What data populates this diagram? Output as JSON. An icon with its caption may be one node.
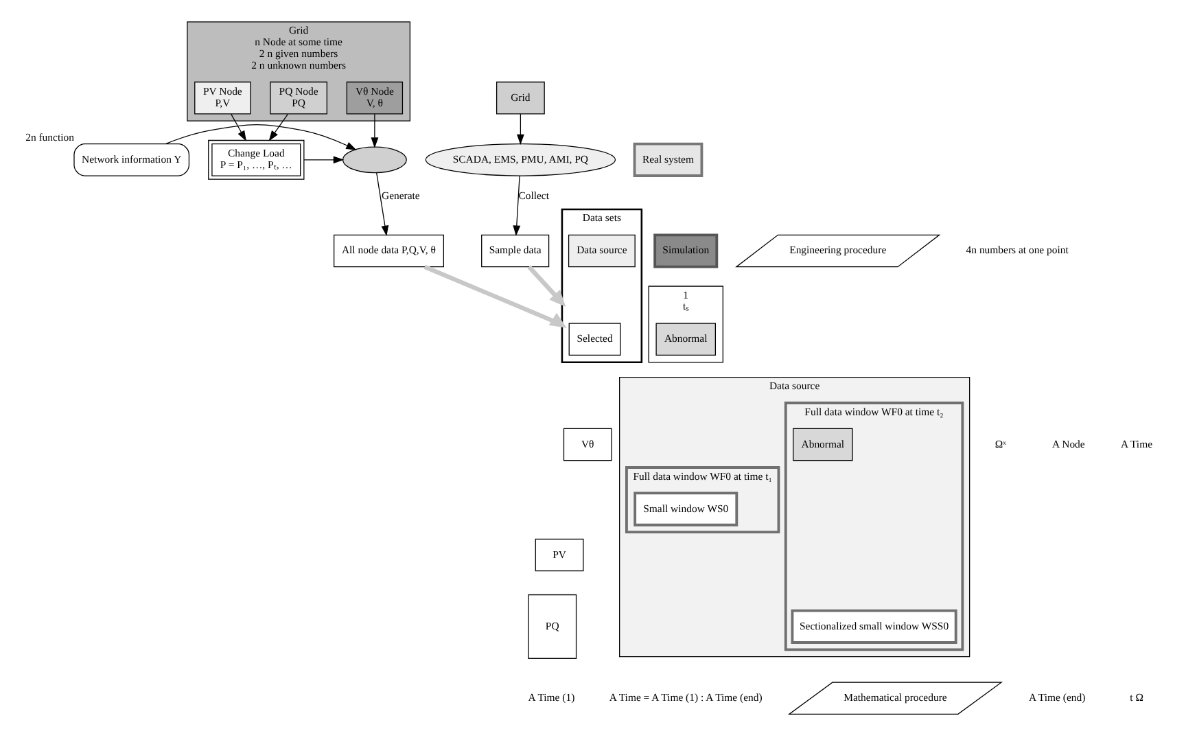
{
  "diagram": {
    "nodes": [
      {
        "text": [
          "Grid",
          "n Node at some time",
          "2 n given numbers",
          "2 n unknown numbers"
        ]
      },
      {
        "text": [
          "PQ Node",
          "PQ"
        ],
        "in": 0
      },
      {
        "text": [
          "PV Node",
          "P,V"
        ],
        "in": 0
      },
      {
        "text": [
          "Vθ Node",
          "V, θ"
        ],
        "in": 0
      },
      {
        "text": [
          "Change Load",
          "P = P₁, …, Pₜ, …"
        ]
      },
      {
        "text": [],
        "shape": "oval"
      },
      {
        "text": [
          "Network information Y"
        ],
        "beside": [
          "2n function"
        ]
      },
      {
        "text": [
          "All node data P,Q,V, θ"
        ]
      },
      {
        "text": [
          "Simulation"
        ]
      },
      {
        "text": [
          "Engineering procedure"
        ]
      },
      {
        "text": [
          "Grid"
        ]
      },
      {
        "text": [
          "SCADA, EMS, PMU, AMI, PQ"
        ]
      },
      {
        "text": [
          "Sample data"
        ]
      },
      {
        "text": [
          "Real system"
        ]
      },
      {
        "text": [
          "Data sets"
        ]
      },
      {
        "text": [
          "Selected"
        ],
        "in": 14
      },
      {
        "text": [
          "Data source"
        ],
        "in": 14
      },
      {
        "text": [
          "1",
          "tₛ"
        ]
      },
      {
        "text": [
          "Abnormal"
        ],
        "in": 17
      },
      {
        "text": [
          "Vθ"
        ]
      },
      {
        "text": [
          "PV"
        ]
      },
      {
        "text": [
          "PQ"
        ]
      },
      {
        "text": [
          "Data source"
        ]
      },
      {
        "text": [
          "Full data window WF0 at time t₁"
        ],
        "in": 22
      },
      {
        "text": [
          "Small window WS0"
        ],
        "in": 23
      },
      {
        "text": [
          "Full data window WF0 at time t₂"
        ],
        "in": 22
      },
      {
        "text": [
          "Abnormal"
        ],
        "in": 25
      },
      {
        "text": [
          "Sectionalized small window WSS0"
        ],
        "in": 25
      },
      {
        "text": [
          "Mathematical procedure"
        ]
      }
    ],
    "edges": [
      {
        "from": 1,
        "to": 4,
        "arrow": "to"
      },
      {
        "from": 2,
        "to": 4,
        "arrow": "to"
      },
      {
        "from": 3,
        "to": 5,
        "arrow": "to"
      },
      {
        "from": 4,
        "to": 5,
        "arrow": "to"
      },
      {
        "from": 6,
        "to": 5,
        "arrow": "to"
      },
      {
        "from": 5,
        "to": 7,
        "label": "Generate",
        "arrow": "to"
      },
      {
        "from": 7,
        "to": 14,
        "arrow": "to",
        "style": "thick",
        "color": "#c8c8c8"
      },
      {
        "from": 10,
        "to": 11,
        "arrow": "to"
      },
      {
        "from": 11,
        "to": 12,
        "label": "Collect",
        "arrow": "to"
      },
      {
        "from": 12,
        "to": 14,
        "arrow": "to",
        "style": "thick",
        "color": "#c8c8c8"
      }
    ],
    "labels": [
      "4n numbers at one point",
      "Ωˣ",
      "A Node",
      "A Time",
      "A Time (1)",
      "A Time = A Time (1) : A Time (end)",
      "A Time (end)",
      "t Ω"
    ]
  }
}
